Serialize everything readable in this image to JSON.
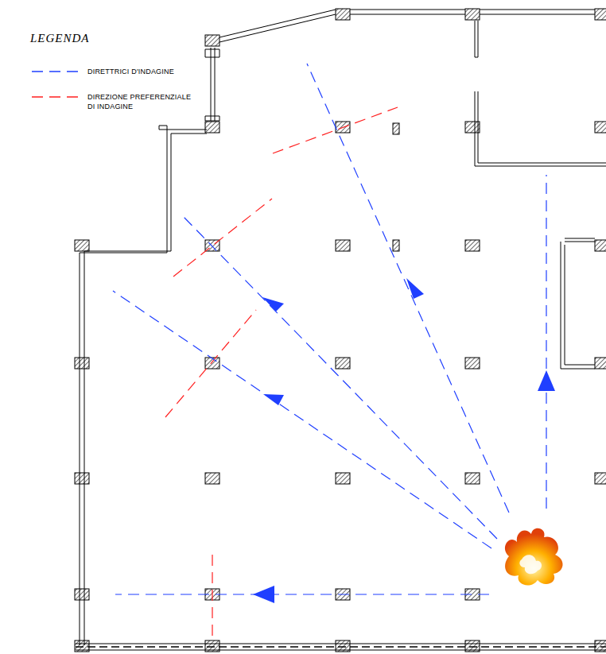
{
  "diagram": {
    "labels": [
      "LEGENDA"
    ],
    "legend": [
      {
        "text": "DIRETTRICI D'INDAGINE"
      },
      {
        "text": "DIREZIONE PREFERENZIALE DI INDAGINE"
      }
    ]
  }
}
